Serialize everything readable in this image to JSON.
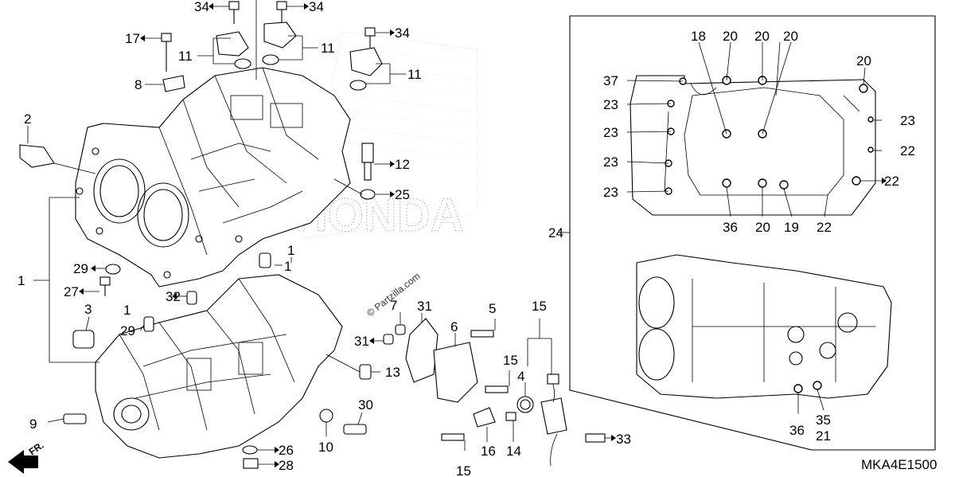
{
  "diagram": {
    "diagram_code": "MKA4E1500",
    "watermark": "© Partzilla.com",
    "brand_watermark": "HONDA",
    "front_marker": "FR.",
    "callouts": [
      {
        "id": "c34a",
        "text": "34"
      },
      {
        "id": "c34b",
        "text": "34"
      },
      {
        "id": "c34c",
        "text": "34"
      },
      {
        "id": "c17",
        "text": "17"
      },
      {
        "id": "c11a",
        "text": "11"
      },
      {
        "id": "c11b",
        "text": "11"
      },
      {
        "id": "c11c",
        "text": "11"
      },
      {
        "id": "c8",
        "text": "8"
      },
      {
        "id": "c2",
        "text": "2"
      },
      {
        "id": "c12",
        "text": "12"
      },
      {
        "id": "c25",
        "text": "25"
      },
      {
        "id": "c1a",
        "text": "1"
      },
      {
        "id": "c1b",
        "text": "1"
      },
      {
        "id": "c1c",
        "text": "1"
      },
      {
        "id": "c1d",
        "text": "1"
      },
      {
        "id": "c29a",
        "text": "29"
      },
      {
        "id": "c29b",
        "text": "29"
      },
      {
        "id": "c27",
        "text": "27"
      },
      {
        "id": "c32",
        "text": "32"
      },
      {
        "id": "c3",
        "text": "3"
      },
      {
        "id": "c7",
        "text": "7"
      },
      {
        "id": "c31a",
        "text": "31"
      },
      {
        "id": "c31b",
        "text": "31"
      },
      {
        "id": "c6",
        "text": "6"
      },
      {
        "id": "c5",
        "text": "5"
      },
      {
        "id": "c15a",
        "text": "15"
      },
      {
        "id": "c15b",
        "text": "15"
      },
      {
        "id": "c15c",
        "text": "15"
      },
      {
        "id": "c13",
        "text": "13"
      },
      {
        "id": "c4",
        "text": "4"
      },
      {
        "id": "c30",
        "text": "30"
      },
      {
        "id": "c9",
        "text": "9"
      },
      {
        "id": "c10",
        "text": "10"
      },
      {
        "id": "c26",
        "text": "26"
      },
      {
        "id": "c28",
        "text": "28"
      },
      {
        "id": "c16",
        "text": "16"
      },
      {
        "id": "c14",
        "text": "14"
      },
      {
        "id": "c33",
        "text": "33"
      },
      {
        "id": "c18",
        "text": "18"
      },
      {
        "id": "c20a",
        "text": "20"
      },
      {
        "id": "c20b",
        "text": "20"
      },
      {
        "id": "c20c",
        "text": "20"
      },
      {
        "id": "c20d",
        "text": "20"
      },
      {
        "id": "c20e",
        "text": "20"
      },
      {
        "id": "c37",
        "text": "37"
      },
      {
        "id": "c23a",
        "text": "23"
      },
      {
        "id": "c23b",
        "text": "23"
      },
      {
        "id": "c23c",
        "text": "23"
      },
      {
        "id": "c23d",
        "text": "23"
      },
      {
        "id": "c23e",
        "text": "23"
      },
      {
        "id": "c22a",
        "text": "22"
      },
      {
        "id": "c22b",
        "text": "22"
      },
      {
        "id": "c22c",
        "text": "22"
      },
      {
        "id": "c36a",
        "text": "36"
      },
      {
        "id": "c36b",
        "text": "36"
      },
      {
        "id": "c19",
        "text": "19"
      },
      {
        "id": "c35",
        "text": "35"
      },
      {
        "id": "c21",
        "text": "21"
      },
      {
        "id": "c24",
        "text": "24"
      }
    ]
  }
}
